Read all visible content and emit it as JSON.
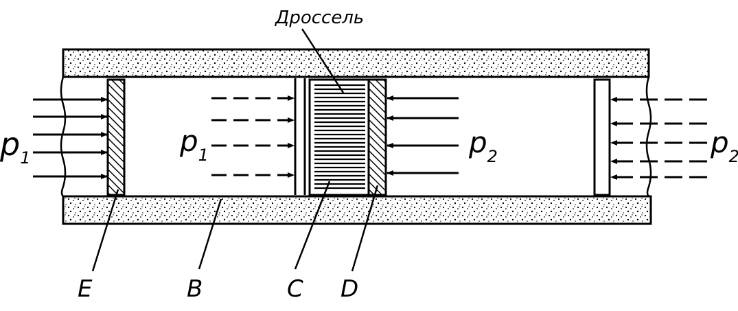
{
  "title_label": "Дроссель",
  "pressure": {
    "left": {
      "letter": "p",
      "sub": "1"
    },
    "inner_left": {
      "letter": "p",
      "sub": "1"
    },
    "inner_right": {
      "letter": "p",
      "sub": "2"
    },
    "right": {
      "letter": "p",
      "sub": "2"
    }
  },
  "labels": {
    "e": "E",
    "b": "B",
    "c": "C",
    "d": "D"
  },
  "colors": {
    "ink": "#000000",
    "background": "#ffffff"
  }
}
